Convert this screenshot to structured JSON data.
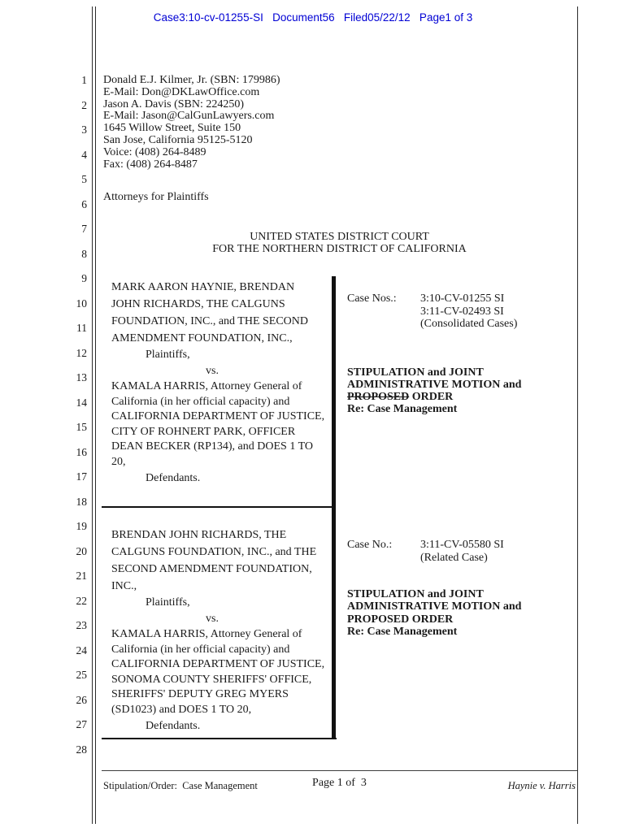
{
  "header": {
    "stamp": "Case3:10-cv-01255-SI   Document56   Filed05/22/12   Page1 of 3"
  },
  "gutter": {
    "line_numbers": [
      "1",
      "2",
      "3",
      "4",
      "5",
      "6",
      "7",
      "8",
      "9",
      "10",
      "11",
      "12",
      "13",
      "14",
      "15",
      "16",
      "17",
      "18",
      "19",
      "20",
      "21",
      "22",
      "23",
      "24",
      "25",
      "26",
      "27",
      "28"
    ]
  },
  "attorney": {
    "lines": [
      "Donald E.J. Kilmer, Jr. (SBN: 179986)",
      "E-Mail: Don@DKLawOffice.com",
      "Jason A. Davis (SBN: 224250)",
      "E-Mail: Jason@CalGunLawyers.com",
      "1645 Willow Street, Suite 150",
      "San Jose, California 95125-5120",
      "Voice: (408) 264-8489",
      "Fax: (408) 264-8487"
    ],
    "role": "Attorneys for Plaintiffs"
  },
  "court": {
    "line1": "UNITED STATES DISTRICT COURT",
    "line2": "FOR THE NORTHERN DISTRICT OF CALIFORNIA"
  },
  "caption1": {
    "plaintiffs": "MARK AARON HAYNIE, BRENDAN JOHN RICHARDS, THE CALGUNS FOUNDATION, INC., and THE SECOND AMENDMENT FOUNDATION, INC.,",
    "plaintiffs_label": "Plaintiffs,",
    "versus": "vs.",
    "defendants": "KAMALA HARRIS, Attorney General of California (in her official capacity) and CALIFORNIA DEPARTMENT OF JUSTICE, CITY OF ROHNERT PARK, OFFICER DEAN BECKER (RP134), and DOES 1 TO 20,",
    "defendants_label": "Defendants.",
    "case_label": "Case Nos.:",
    "case_lines": [
      "3:10-CV-01255 SI",
      "3:11-CV-02493 SI",
      "(Consolidated Cases)"
    ],
    "title_line1": "STIPULATION and JOINT",
    "title_line2": "ADMINISTRATIVE MOTION and",
    "title_struck": "PROPOSED",
    "title_after_struck": " ORDER",
    "title_re": "Re: Case Management"
  },
  "caption2": {
    "plaintiffs": "BRENDAN JOHN RICHARDS, THE CALGUNS FOUNDATION, INC., and THE SECOND AMENDMENT FOUNDATION, INC.,",
    "plaintiffs_label": "Plaintiffs,",
    "versus": "vs.",
    "defendants": "KAMALA HARRIS, Attorney General of California (in her official capacity) and CALIFORNIA DEPARTMENT OF JUSTICE, SONOMA COUNTY SHERIFFS' OFFICE, SHERIFFS' DEPUTY GREG MYERS (SD1023) and DOES 1 TO 20,",
    "defendants_label": "Defendants.",
    "case_label": "Case No.:",
    "case_lines": [
      "3:11-CV-05580 SI",
      "(Related Case)"
    ],
    "title_line1": "STIPULATION and JOINT",
    "title_line2": "ADMINISTRATIVE MOTION and",
    "title_line3": "PROPOSED ORDER",
    "title_re": "Re: Case Management"
  },
  "footer": {
    "left": "Stipulation/Order:  Case Management",
    "center": "Page 1 of  3",
    "right": "Haynie v. Harris"
  },
  "colors": {
    "stamp_blue": "#0000d4",
    "ink": "#1a1a1a"
  }
}
